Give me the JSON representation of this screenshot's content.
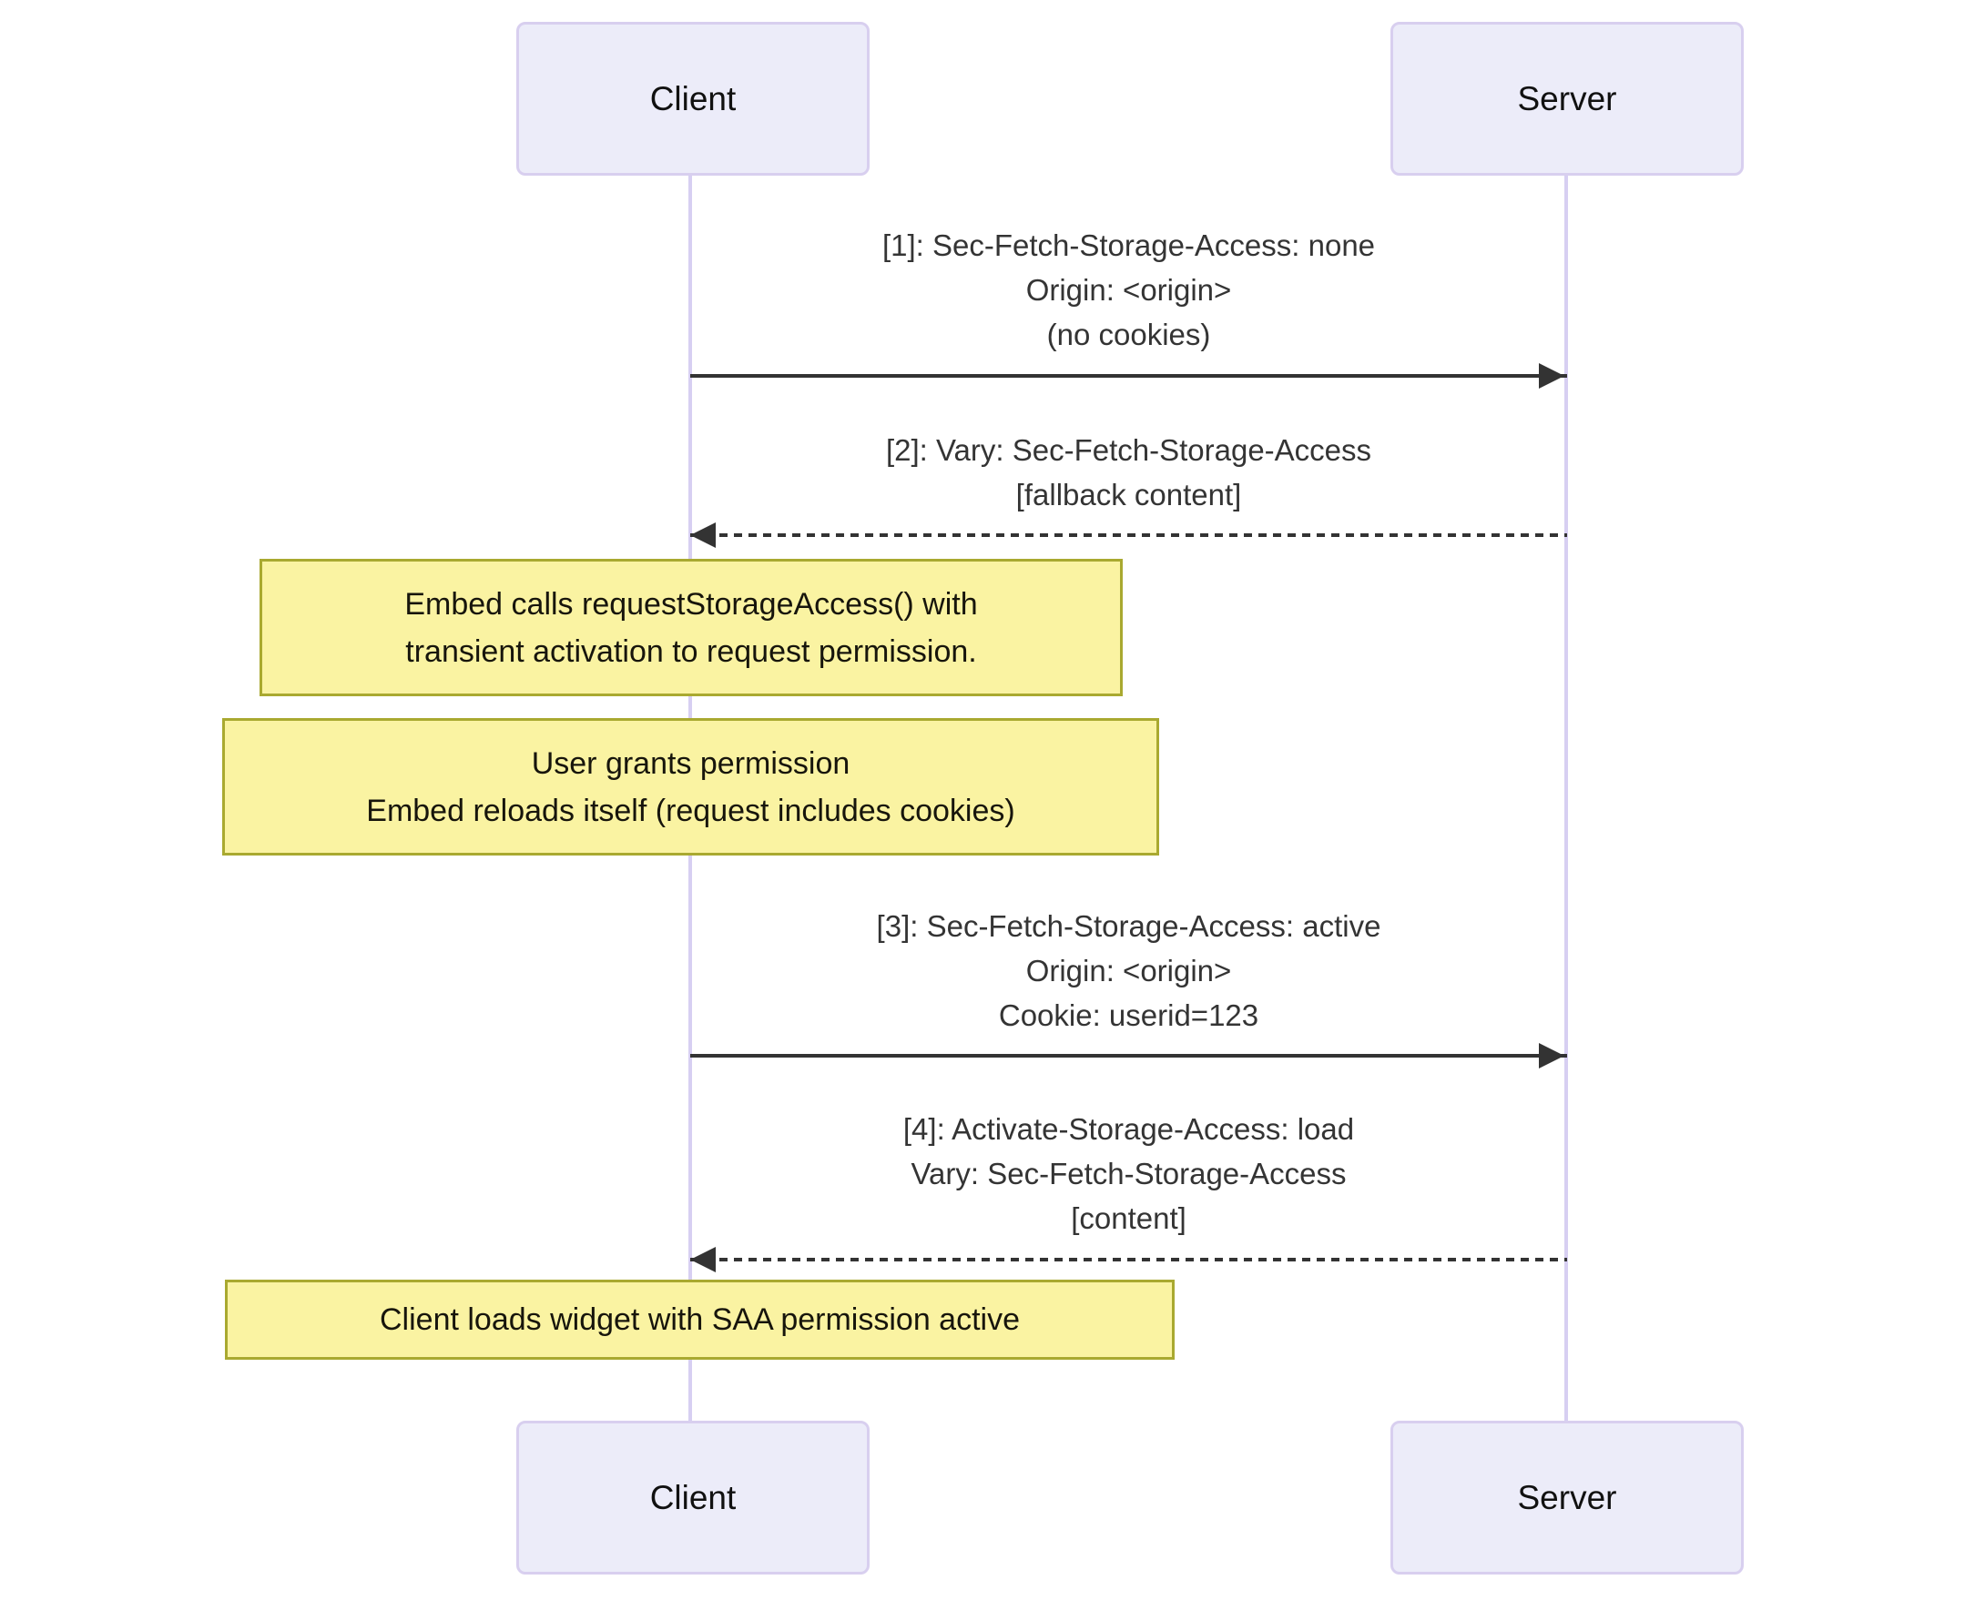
{
  "diagram": {
    "type": "sequence",
    "actors": {
      "client": {
        "label": "Client"
      },
      "server": {
        "label": "Server"
      }
    },
    "messages": [
      {
        "id": 1,
        "from": "Client",
        "to": "Server",
        "line_style": "solid",
        "lines": [
          "[1]: Sec-Fetch-Storage-Access: none",
          "Origin: <origin>",
          "(no cookies)"
        ]
      },
      {
        "id": 2,
        "from": "Server",
        "to": "Client",
        "line_style": "dashed",
        "lines": [
          "[2]: Vary: Sec-Fetch-Storage-Access",
          "[fallback content]"
        ]
      },
      {
        "id": 3,
        "from": "Client",
        "to": "Server",
        "line_style": "solid",
        "lines": [
          "[3]: Sec-Fetch-Storage-Access: active",
          "Origin: <origin>",
          "Cookie: userid=123"
        ]
      },
      {
        "id": 4,
        "from": "Server",
        "to": "Client",
        "line_style": "dashed",
        "lines": [
          "[4]: Activate-Storage-Access: load",
          "Vary: Sec-Fetch-Storage-Access",
          "[content]"
        ]
      }
    ],
    "notes": [
      {
        "over": "Client",
        "lines": [
          "Embed calls requestStorageAccess() with",
          "transient activation to request permission."
        ]
      },
      {
        "over": "Client",
        "lines": [
          "User grants permission",
          "Embed reloads itself (request includes cookies)"
        ]
      },
      {
        "over": "Client",
        "lines": [
          "Client loads widget with SAA permission active"
        ]
      }
    ],
    "colors": {
      "background": "#FFFFFF",
      "actor_fill": "#ECECF9",
      "actor_border": "#D8CFEF",
      "lifeline": "#D7CFF2",
      "note_fill": "#FAF3A2",
      "note_border": "#A9A930",
      "arrow": "#333333",
      "message_text": "#343434",
      "note_text": "#17150C",
      "actor_text": "#111111"
    }
  }
}
